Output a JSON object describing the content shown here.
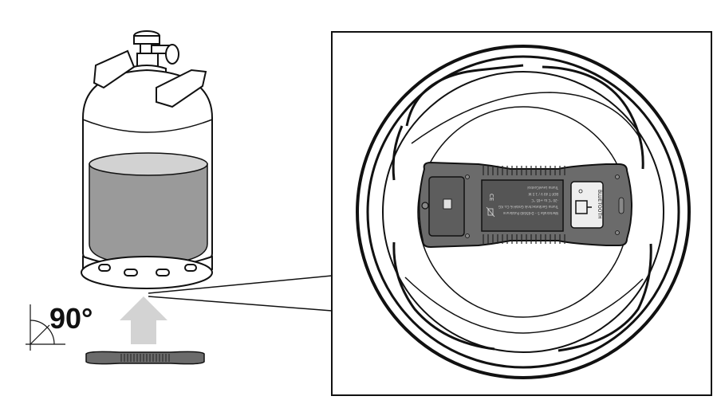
{
  "angle_label": "90°",
  "device_label": "BLUETOOTH",
  "device_lines": [
    "Truma LevelControl",
    "BOF-T 40 V / 1.5 W",
    "-20 °C to +65 °C",
    "Truma Gerätetechnik GmbH & Co. KG",
    "Wertstraße 5 – D-85640 Putzbrunn"
  ],
  "colors": {
    "liquid": "#9a9a9a",
    "device_body": "#6b6b6b",
    "device_panel": "#555555",
    "arrow": "#d3d3d3",
    "outline": "#111111"
  },
  "icons": [
    "angle-90-icon",
    "up-arrow-icon",
    "bluetooth-button-icon",
    "ce-mark-icon",
    "weee-bin-icon"
  ]
}
